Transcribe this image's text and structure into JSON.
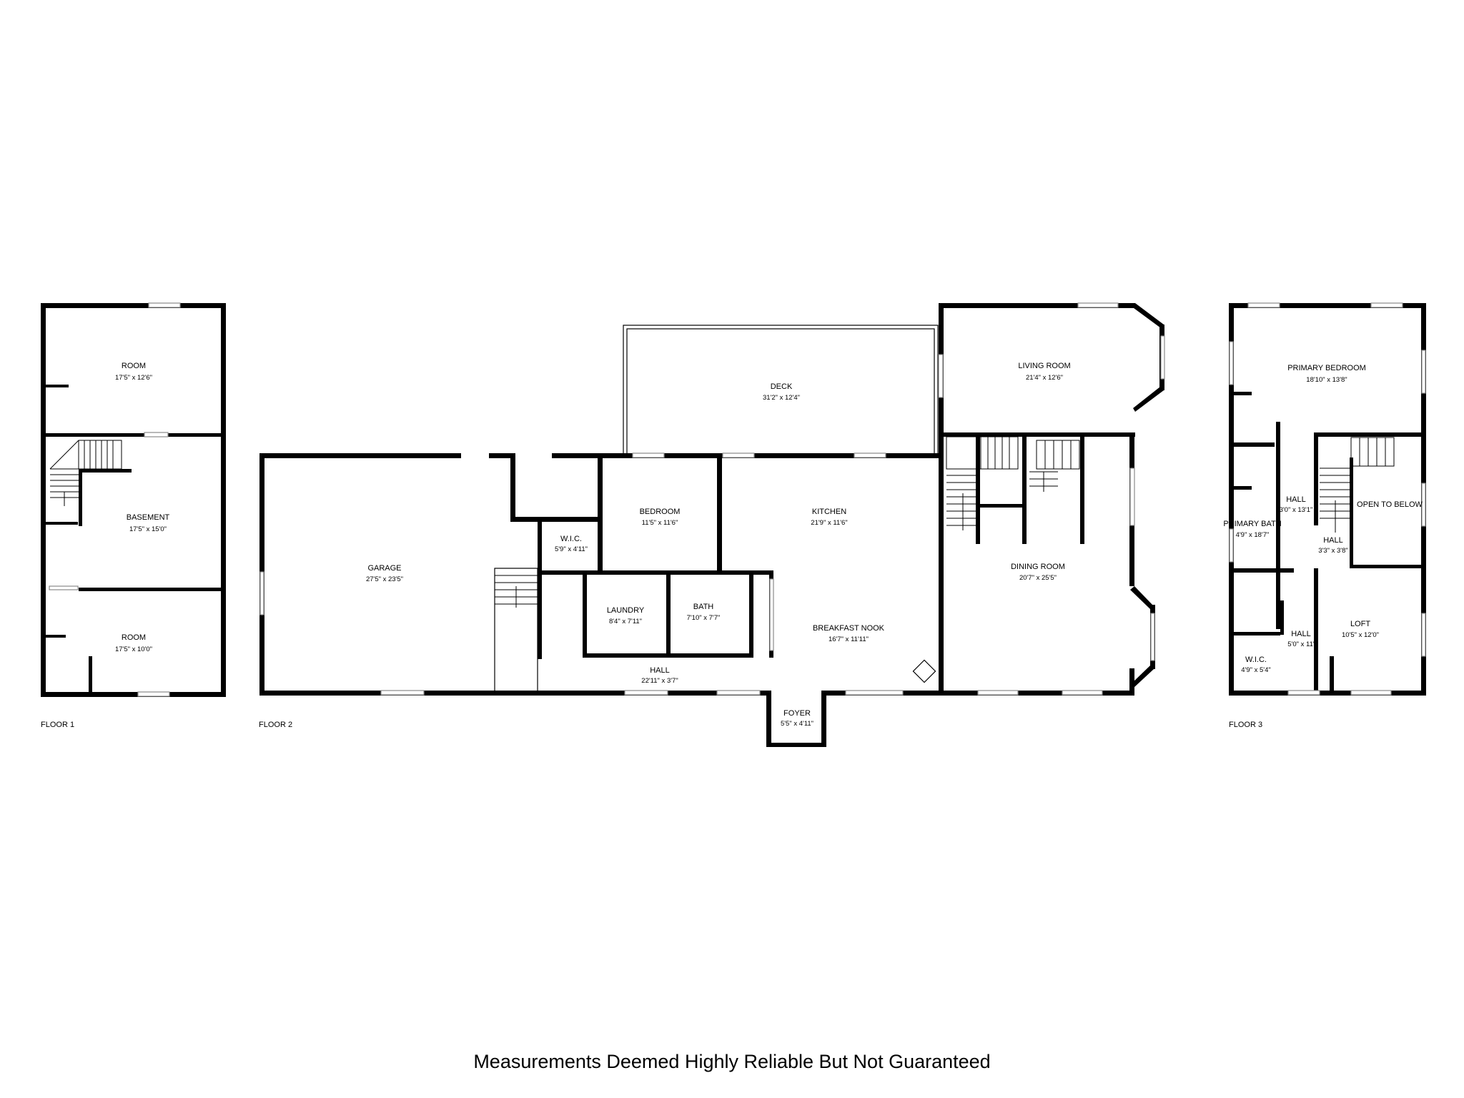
{
  "disclaimer": "Measurements Deemed Highly Reliable But Not Guaranteed",
  "floors": [
    {
      "label": "FLOOR 1"
    },
    {
      "label": "FLOOR 2"
    },
    {
      "label": "FLOOR 3"
    }
  ],
  "rooms": {
    "floor1": [
      {
        "name": "ROOM",
        "dims": "17'5\" x 12'6\""
      },
      {
        "name": "BASEMENT",
        "dims": "17'5\" x 15'0\""
      },
      {
        "name": "ROOM",
        "dims": "17'5\" x 10'0\""
      }
    ],
    "floor2": [
      {
        "name": "DECK",
        "dims": "31'2\" x 12'4\""
      },
      {
        "name": "GARAGE",
        "dims": "27'5\" x 23'5\""
      },
      {
        "name": "BEDROOM",
        "dims": "11'5\" x 11'6\""
      },
      {
        "name": "W.I.C.",
        "dims": "5'9\" x 4'11\""
      },
      {
        "name": "LAUNDRY",
        "dims": "8'4\" x 7'11\""
      },
      {
        "name": "BATH",
        "dims": "7'10\" x 7'7\""
      },
      {
        "name": "KITCHEN",
        "dims": "21'9\" x 11'6\""
      },
      {
        "name": "BREAKFAST NOOK",
        "dims": "16'7\" x 11'11\""
      },
      {
        "name": "HALL",
        "dims": "22'11\" x 3'7\""
      },
      {
        "name": "FOYER",
        "dims": "5'5\" x 4'11\""
      },
      {
        "name": "LIVING ROOM",
        "dims": "21'4\" x 12'6\""
      },
      {
        "name": "DINING ROOM",
        "dims": "20'7\" x 25'5\""
      }
    ],
    "floor3": [
      {
        "name": "PRIMARY BEDROOM",
        "dims": "18'10\" x 13'8\""
      },
      {
        "name": "HALL",
        "dims": "3'0\" x 13'1\""
      },
      {
        "name": "PRIMARY BATH",
        "dims": "4'9\" x 18'7\""
      },
      {
        "name": "OPEN TO BELOW",
        "dims": ""
      },
      {
        "name": "HALL",
        "dims": "3'3\" x 3'8\""
      },
      {
        "name": "LOFT",
        "dims": "10'5\" x 12'0\""
      },
      {
        "name": "HALL",
        "dims": "5'0\" x 11'"
      },
      {
        "name": "W.I.C.",
        "dims": "4'9\" x 5'4\""
      }
    ]
  },
  "colors": {
    "wall": "#000000",
    "window": "#8a8a8a",
    "background": "#ffffff"
  }
}
